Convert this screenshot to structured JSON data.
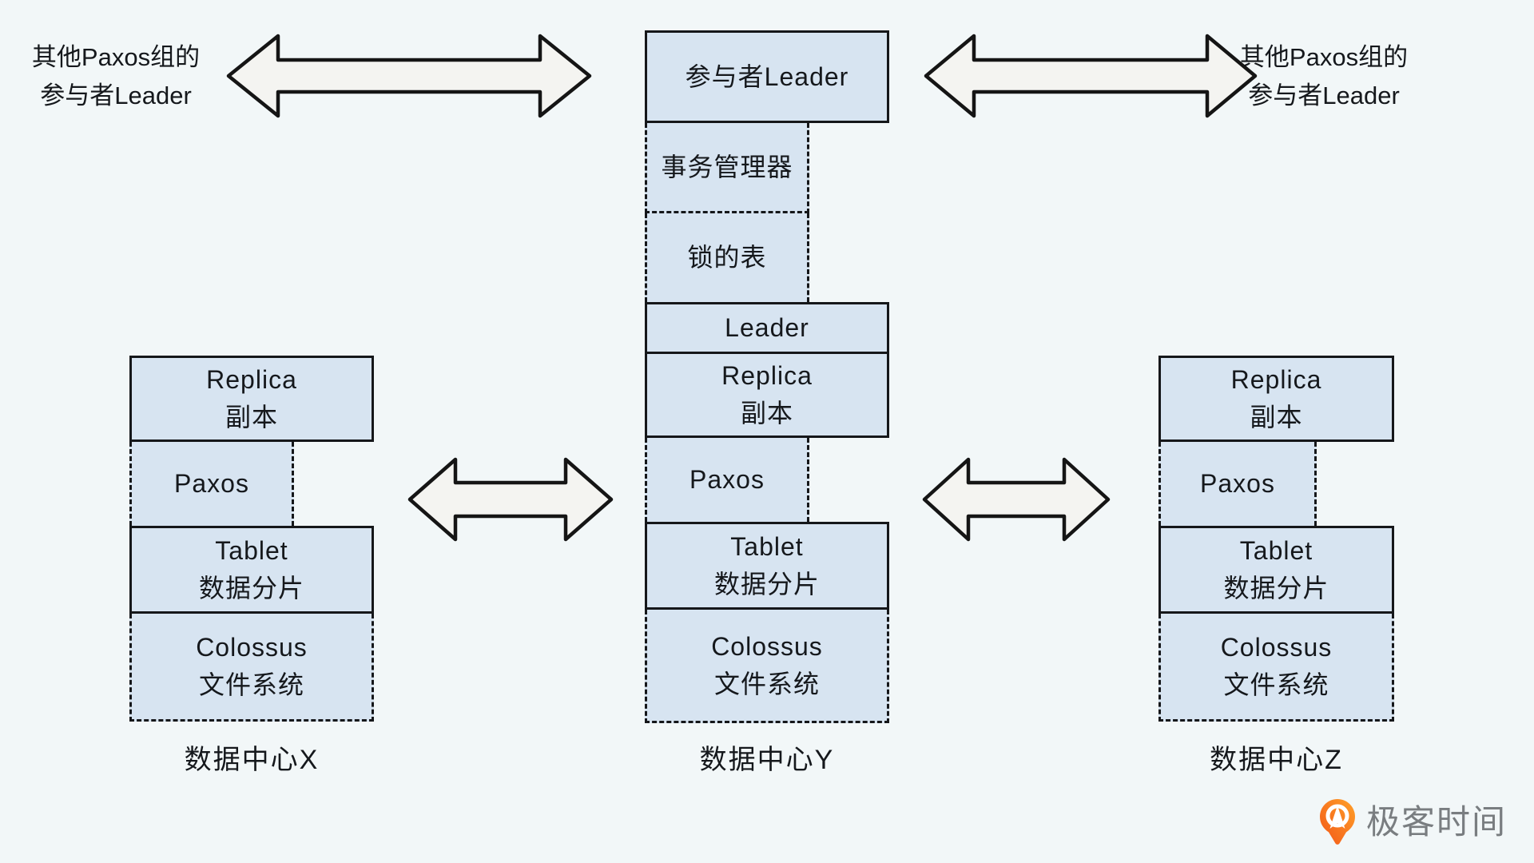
{
  "colors": {
    "background": "#f2f7f8",
    "box_fill": "#d7e4f1",
    "box_border": "#15171a",
    "arrow_fill": "#f4f4f1",
    "arrow_stroke": "#151515",
    "text": "#15181c",
    "logo_text_color": "#797d80",
    "logo_orange_dark": "#f25618",
    "logo_orange_light": "#ffa028"
  },
  "external_labels": {
    "left": {
      "line1": "其他Paxos组的",
      "line2": "参与者Leader"
    },
    "right": {
      "line1": "其他Paxos组的",
      "line2": "参与者Leader"
    }
  },
  "center_stack": {
    "participant_leader": "参与者Leader",
    "transaction_manager": "事务管理器",
    "lock_table": "锁的表",
    "leader": "Leader"
  },
  "datacenters": {
    "x": {
      "label": "数据中心X",
      "replica_en": "Replica",
      "replica_zh": "副本",
      "paxos": "Paxos",
      "tablet_en": "Tablet",
      "tablet_zh": "数据分片",
      "colossus_en": "Colossus",
      "colossus_zh": "文件系统"
    },
    "y": {
      "label": "数据中心Y",
      "replica_en": "Replica",
      "replica_zh": "副本",
      "paxos": "Paxos",
      "tablet_en": "Tablet",
      "tablet_zh": "数据分片",
      "colossus_en": "Colossus",
      "colossus_zh": "文件系统"
    },
    "z": {
      "label": "数据中心Z",
      "replica_en": "Replica",
      "replica_zh": "副本",
      "paxos": "Paxos",
      "tablet_en": "Tablet",
      "tablet_zh": "数据分片",
      "colossus_en": "Colossus",
      "colossus_zh": "文件系统"
    }
  },
  "arrows": {
    "top_left": "paxos-group-link",
    "top_right": "paxos-group-link",
    "middle_left": "datacenter-replication-link",
    "middle_right": "datacenter-replication-link"
  },
  "logo": {
    "text": "极客时间",
    "icon": "geektime-pin-icon"
  }
}
